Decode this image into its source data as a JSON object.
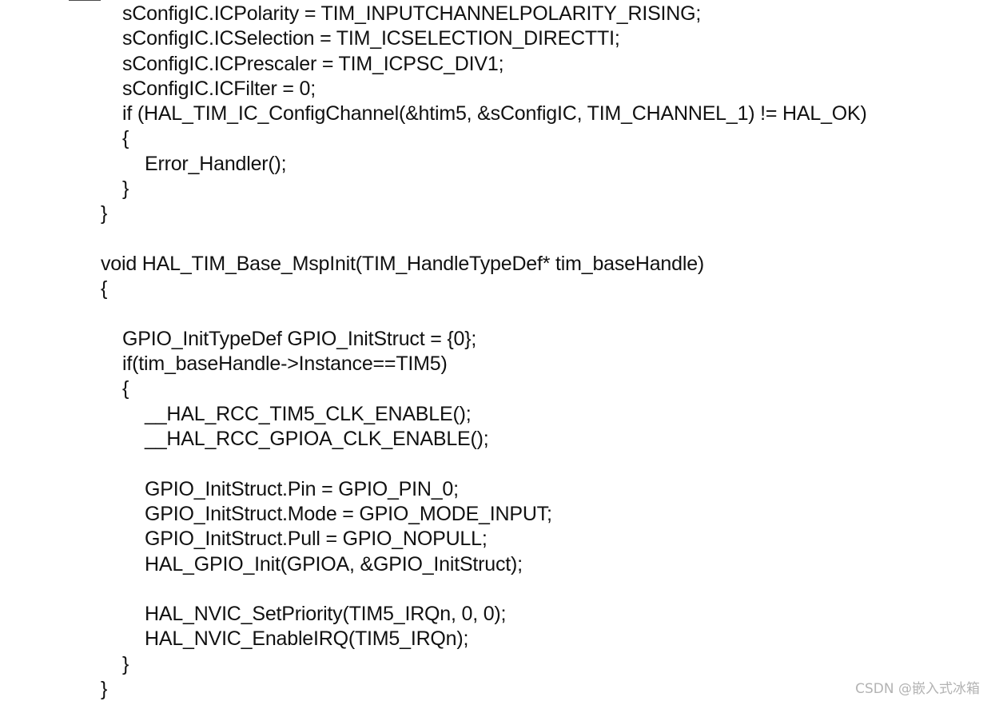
{
  "code_lines": [
    {
      "indent": 2,
      "text": "sConfigIC.ICPolarity = TIM_INPUTCHANNELPOLARITY_RISING;"
    },
    {
      "indent": 2,
      "text": "sConfigIC.ICSelection = TIM_ICSELECTION_DIRECTTI;"
    },
    {
      "indent": 2,
      "text": "sConfigIC.ICPrescaler = TIM_ICPSC_DIV1;"
    },
    {
      "indent": 2,
      "text": "sConfigIC.ICFilter = 0;"
    },
    {
      "indent": 2,
      "text": "if (HAL_TIM_IC_ConfigChannel(&htim5, &sConfigIC, TIM_CHANNEL_1) != HAL_OK)"
    },
    {
      "indent": 2,
      "text": "{"
    },
    {
      "indent": 3,
      "text": "Error_Handler();"
    },
    {
      "indent": 2,
      "text": "}"
    },
    {
      "indent": 1,
      "text": "}"
    },
    {
      "indent": 1,
      "text": ""
    },
    {
      "indent": 1,
      "text": "void HAL_TIM_Base_MspInit(TIM_HandleTypeDef* tim_baseHandle)"
    },
    {
      "indent": 1,
      "text": "{"
    },
    {
      "indent": 1,
      "text": ""
    },
    {
      "indent": 2,
      "text": "GPIO_InitTypeDef GPIO_InitStruct = {0};"
    },
    {
      "indent": 2,
      "text": "if(tim_baseHandle->Instance==TIM5)"
    },
    {
      "indent": 2,
      "text": "{"
    },
    {
      "indent": 3,
      "text": "__HAL_RCC_TIM5_CLK_ENABLE();"
    },
    {
      "indent": 3,
      "text": "__HAL_RCC_GPIOA_CLK_ENABLE();"
    },
    {
      "indent": 3,
      "text": ""
    },
    {
      "indent": 3,
      "text": "GPIO_InitStruct.Pin = GPIO_PIN_0;"
    },
    {
      "indent": 3,
      "text": "GPIO_InitStruct.Mode = GPIO_MODE_INPUT;"
    },
    {
      "indent": 3,
      "text": "GPIO_InitStruct.Pull = GPIO_NOPULL;"
    },
    {
      "indent": 3,
      "text": "HAL_GPIO_Init(GPIOA, &GPIO_InitStruct);"
    },
    {
      "indent": 3,
      "text": ""
    },
    {
      "indent": 3,
      "text": "HAL_NVIC_SetPriority(TIM5_IRQn, 0, 0);"
    },
    {
      "indent": 3,
      "text": "HAL_NVIC_EnableIRQ(TIM5_IRQn);"
    },
    {
      "indent": 2,
      "text": "}"
    },
    {
      "indent": 1,
      "text": "}"
    }
  ],
  "watermark": "CSDN @嵌入式冰箱",
  "colors": {
    "background": "#ffffff",
    "text": "#111111",
    "watermark": "#b3b3b3"
  }
}
